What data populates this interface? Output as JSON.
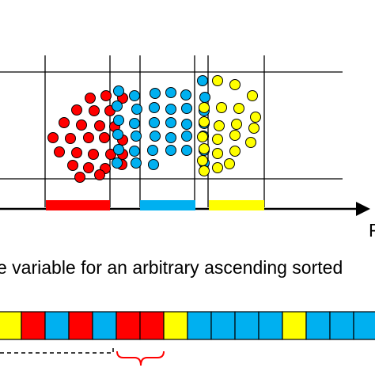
{
  "caption": "e variable for an arbitrary ascending sorted",
  "axis_end_label": "F",
  "colors": {
    "red": "#ff0000",
    "blue": "#00b0f0",
    "yellow": "#ffff00",
    "outline": "#000000"
  },
  "icons": {
    "axis_arrow": "right-arrow-head",
    "bracket": "curly-bracket"
  },
  "sequence": [
    "yellow",
    "red",
    "blue",
    "red",
    "blue",
    "red",
    "red",
    "yellow",
    "blue",
    "blue",
    "blue",
    "blue",
    "yellow",
    "blue",
    "blue",
    "blue"
  ],
  "groups": [
    "red",
    "blue",
    "yellow"
  ]
}
